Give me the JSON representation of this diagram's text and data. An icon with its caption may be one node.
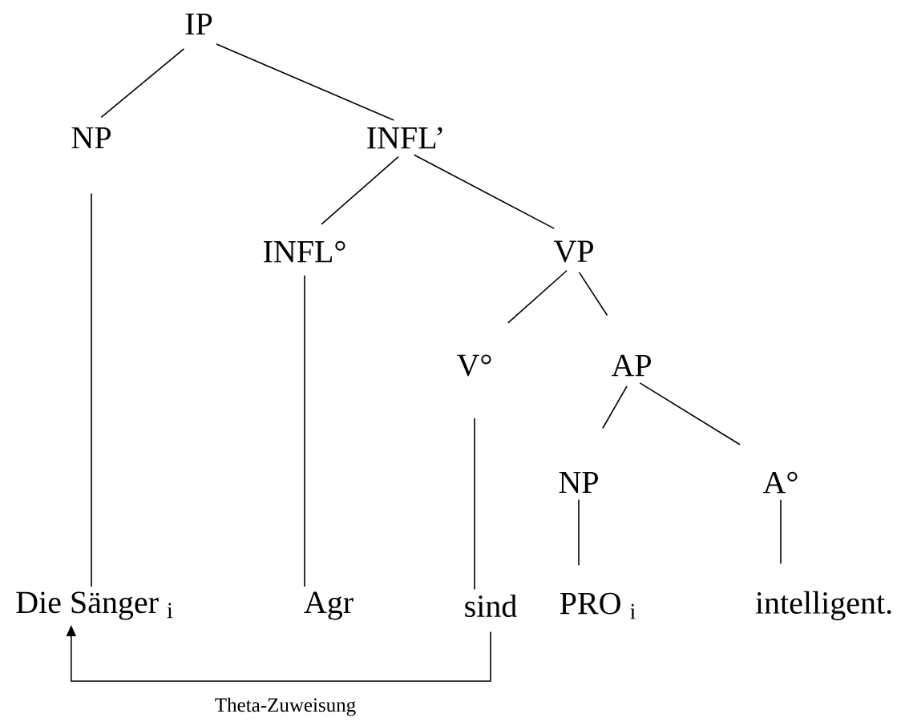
{
  "diagram": {
    "nodes": [
      {
        "text": [
          "IP"
        ]
      },
      {
        "text": [
          "NP"
        ]
      },
      {
        "text": [
          "INFL’"
        ]
      },
      {
        "text": [
          "INFL°"
        ]
      },
      {
        "text": [
          "VP"
        ]
      },
      {
        "text": [
          "V°"
        ]
      },
      {
        "text": [
          "AP"
        ]
      },
      {
        "text": [
          "NP"
        ]
      },
      {
        "text": [
          "A°"
        ]
      },
      {
        "text": [
          "Die Sänger $_{i}$"
        ]
      },
      {
        "text": [
          "Agr"
        ]
      },
      {
        "text": [
          "sind"
        ]
      },
      {
        "text": [
          "PRO $_{i}$"
        ]
      },
      {
        "text": [
          "intelligent."
        ]
      }
    ],
    "edges": [
      {
        "from": 0,
        "to": 1,
        "arrow": "none"
      },
      {
        "from": 0,
        "to": 2,
        "arrow": "none"
      },
      {
        "from": 2,
        "to": 3,
        "arrow": "none"
      },
      {
        "from": 2,
        "to": 4,
        "arrow": "none"
      },
      {
        "from": 4,
        "to": 5,
        "arrow": "none"
      },
      {
        "from": 4,
        "to": 6,
        "arrow": "none"
      },
      {
        "from": 6,
        "to": 7,
        "arrow": "none"
      },
      {
        "from": 6,
        "to": 8,
        "arrow": "none"
      },
      {
        "from": 1,
        "to": 9,
        "arrow": "none"
      },
      {
        "from": 3,
        "to": 10,
        "arrow": "none"
      },
      {
        "from": 5,
        "to": 11,
        "arrow": "none"
      },
      {
        "from": 7,
        "to": 12,
        "arrow": "none"
      },
      {
        "from": 8,
        "to": 13,
        "arrow": "none"
      },
      {
        "from": 11,
        "to": 9,
        "arrow": "to",
        "label": "Theta-Zuweisung"
      }
    ]
  }
}
